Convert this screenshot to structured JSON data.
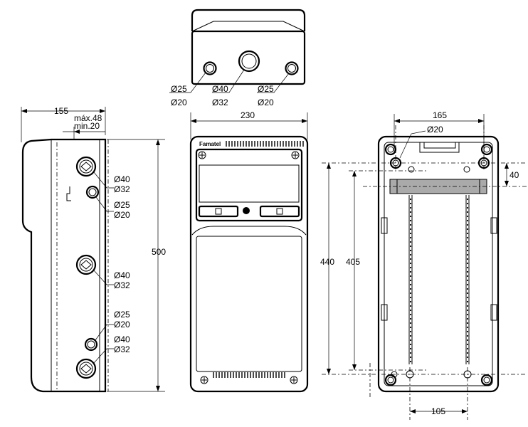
{
  "top_view": {
    "left_hole": [
      "Ø25",
      "Ø20"
    ],
    "center_hole": [
      "Ø40",
      "Ø32"
    ],
    "right_hole": [
      "Ø25",
      "Ø20"
    ]
  },
  "side_view": {
    "depth": "155",
    "offset_max": "máx.48",
    "offset_min": "min.20",
    "height": "500",
    "hole_1": [
      "Ø40",
      "Ø32"
    ],
    "hole_2": [
      "Ø25",
      "Ø20"
    ],
    "hole_3": [
      "Ø40",
      "Ø32"
    ],
    "hole_4": [
      "Ø25",
      "Ø20"
    ],
    "hole_5": [
      "Ø40",
      "Ø32"
    ]
  },
  "front_view": {
    "width": "230",
    "brand": "Famatel"
  },
  "back_view": {
    "top_spacing": "165",
    "hole_diameter": "Ø20",
    "rail_offset": "40",
    "height_outer": "440",
    "height_inner": "405",
    "bottom_spacing": "105"
  }
}
